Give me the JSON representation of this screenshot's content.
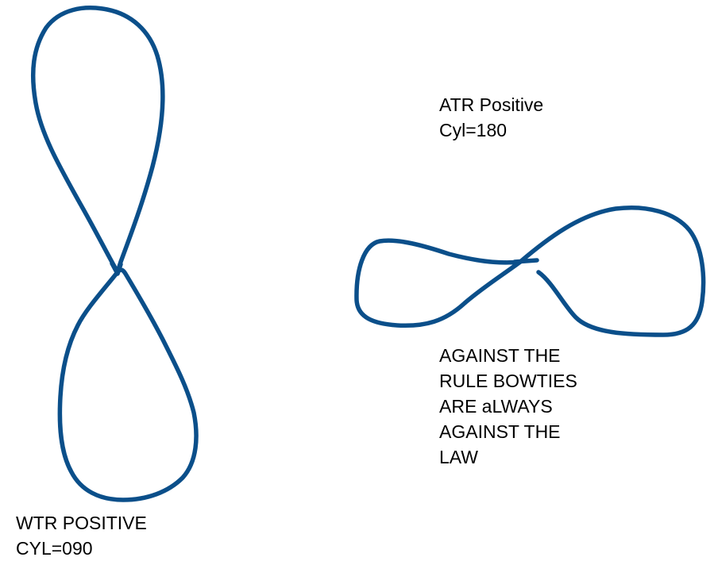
{
  "colors": {
    "stroke": "#0b4f8a",
    "text": "#000000",
    "background": "#ffffff"
  },
  "labels": {
    "atr": {
      "line1": "ATR Positive",
      "line2": "Cyl=180"
    },
    "wtr": {
      "line1": "WTR POSITIVE",
      "line2": "CYL=090"
    },
    "note": {
      "line1": "AGAINST THE",
      "line2": "RULE BOWTIES",
      "line3": "ARE aLWAYS",
      "line4": "AGAINST THE",
      "line5": "LAW"
    }
  }
}
